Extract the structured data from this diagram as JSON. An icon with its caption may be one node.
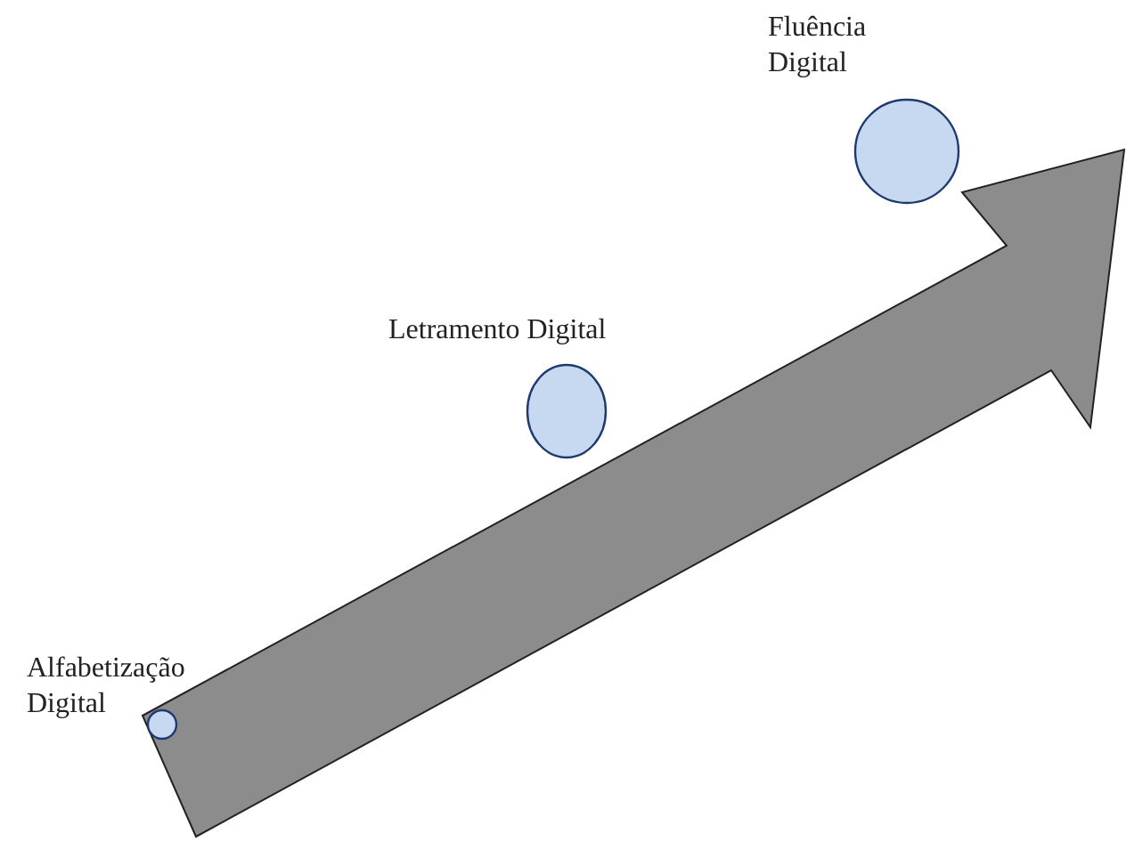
{
  "diagram": {
    "nodes": [
      {
        "text": [],
        "shape": "circle",
        "beside": [
          "Alfabetização Digital"
        ]
      },
      {
        "text": [],
        "shape": "circle",
        "beside": [
          "Letramento Digital"
        ]
      },
      {
        "text": [],
        "shape": "circle",
        "beside": [
          "Fluência Digital"
        ]
      }
    ],
    "edges": []
  }
}
